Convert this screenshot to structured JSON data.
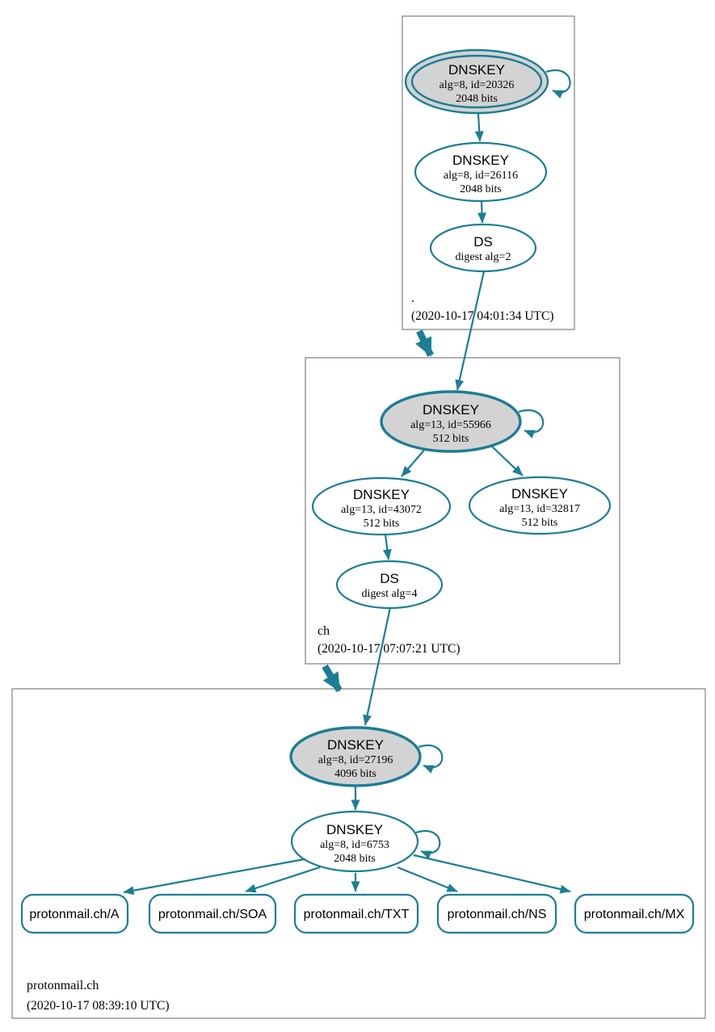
{
  "colors": {
    "edge_teal": "#1b7e94",
    "ksk_fill": "#d3d3d3",
    "node_fill": "#ffffff",
    "box_border": "#7f7f7f"
  },
  "zones": {
    "root": {
      "label": ".",
      "timestamp": "(2020-10-17 04:01:34 UTC)",
      "nodes": {
        "ksk": {
          "title": "DNSKEY",
          "detail": "alg=8, id=20326",
          "bits": "2048 bits"
        },
        "zsk": {
          "title": "DNSKEY",
          "detail": "alg=8, id=26116",
          "bits": "2048 bits"
        },
        "ds": {
          "title": "DS",
          "detail": "digest alg=2"
        }
      }
    },
    "ch": {
      "label": "ch",
      "timestamp": "(2020-10-17 07:07:21 UTC)",
      "nodes": {
        "ksk": {
          "title": "DNSKEY",
          "detail": "alg=13, id=55966",
          "bits": "512 bits"
        },
        "zsk": {
          "title": "DNSKEY",
          "detail": "alg=13, id=43072",
          "bits": "512 bits"
        },
        "key2": {
          "title": "DNSKEY",
          "detail": "alg=13, id=32817",
          "bits": "512 bits"
        },
        "ds": {
          "title": "DS",
          "detail": "digest alg=4"
        }
      }
    },
    "protonmail": {
      "label": "protonmail.ch",
      "timestamp": "(2020-10-17 08:39:10 UTC)",
      "nodes": {
        "ksk": {
          "title": "DNSKEY",
          "detail": "alg=8, id=27196",
          "bits": "4096 bits"
        },
        "zsk": {
          "title": "DNSKEY",
          "detail": "alg=8, id=6753",
          "bits": "2048 bits"
        },
        "rrsets": [
          "protonmail.ch/A",
          "protonmail.ch/SOA",
          "protonmail.ch/TXT",
          "protonmail.ch/NS",
          "protonmail.ch/MX"
        ]
      }
    }
  }
}
